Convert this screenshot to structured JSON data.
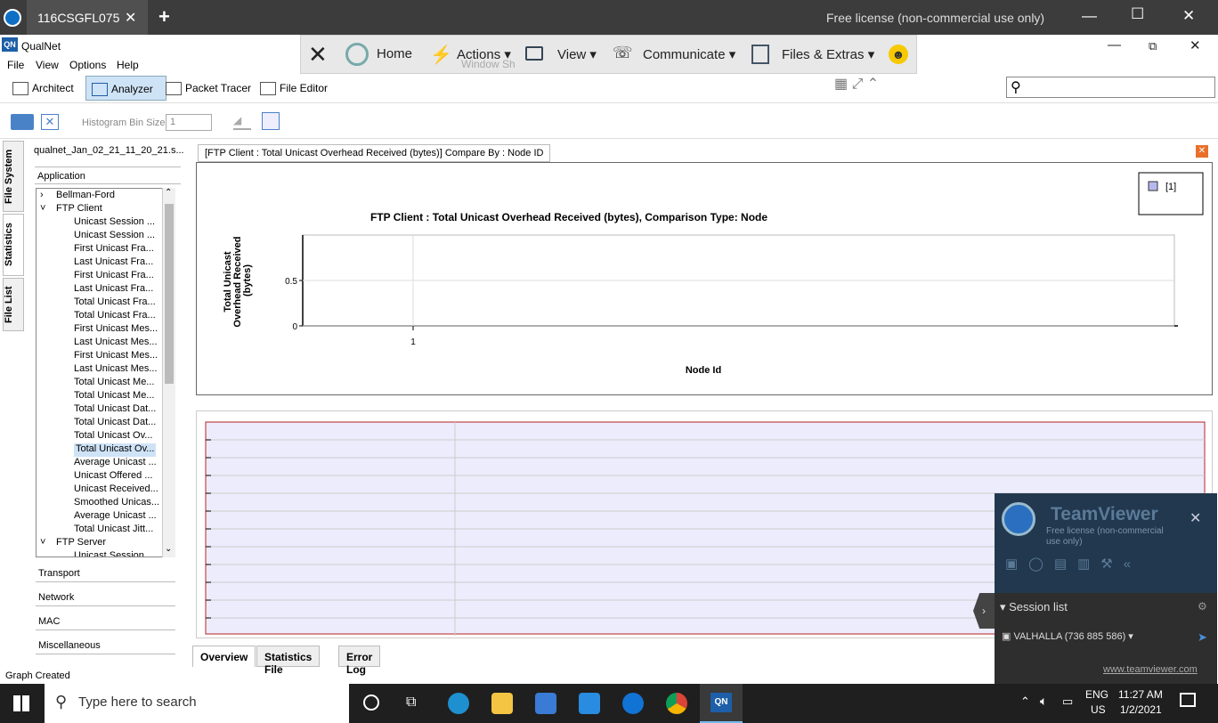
{
  "tv_bar": {
    "tab_label": "116CSGFL075",
    "license_text": "Free license (non-commercial use only)"
  },
  "app": {
    "title": "QualNet",
    "icon_text": "QN"
  },
  "tv_toolbar": {
    "home": "Home",
    "actions": "Actions",
    "view": "View",
    "communicate": "Communicate",
    "files": "Files & Extras",
    "ghost_text": "Window Sh"
  },
  "menu": [
    "File",
    "View",
    "Options",
    "Help"
  ],
  "perspectives": [
    "Architect",
    "Analyzer",
    "Packet Tracer",
    "File Editor"
  ],
  "toolbar": {
    "histogram_label": "Histogram Bin Size",
    "histogram_value": "1"
  },
  "side_tabs": [
    "File System",
    "Statistics",
    "File List"
  ],
  "left": {
    "file_name": "qualnet_Jan_02_21_11_20_21.s...",
    "category": "Application",
    "tree": [
      {
        "label": "Bellman-Ford",
        "level": 0,
        "expand": "›"
      },
      {
        "label": "FTP Client",
        "level": 0,
        "expand": "˅"
      },
      {
        "label": "Unicast Session ...",
        "level": 1
      },
      {
        "label": "Unicast Session ...",
        "level": 1
      },
      {
        "label": "First Unicast Fra...",
        "level": 1
      },
      {
        "label": "Last Unicast Fra...",
        "level": 1
      },
      {
        "label": "First Unicast Fra...",
        "level": 1
      },
      {
        "label": "Last Unicast Fra...",
        "level": 1
      },
      {
        "label": "Total Unicast Fra...",
        "level": 1
      },
      {
        "label": "Total Unicast Fra...",
        "level": 1
      },
      {
        "label": "First Unicast Mes...",
        "level": 1
      },
      {
        "label": "Last Unicast Mes...",
        "level": 1
      },
      {
        "label": "First Unicast Mes...",
        "level": 1
      },
      {
        "label": "Last Unicast Mes...",
        "level": 1
      },
      {
        "label": "Total Unicast Me...",
        "level": 1
      },
      {
        "label": "Total Unicast Me...",
        "level": 1
      },
      {
        "label": "Total Unicast Dat...",
        "level": 1
      },
      {
        "label": "Total Unicast Dat...",
        "level": 1
      },
      {
        "label": "Total Unicast Ov...",
        "level": 1
      },
      {
        "label": "Total Unicast Ov...",
        "level": 1,
        "selected": true
      },
      {
        "label": "Average Unicast ...",
        "level": 1
      },
      {
        "label": "Unicast Offered ...",
        "level": 1
      },
      {
        "label": "Unicast Received...",
        "level": 1
      },
      {
        "label": "Smoothed Unicas...",
        "level": 1
      },
      {
        "label": "Average Unicast ...",
        "level": 1
      },
      {
        "label": "Total Unicast Jitt...",
        "level": 1
      },
      {
        "label": "FTP Server",
        "level": 0,
        "expand": "˅"
      },
      {
        "label": "Unicast Session ...",
        "level": 1
      }
    ],
    "sections": [
      "Transport",
      "Network",
      "MAC",
      "Miscellaneous"
    ]
  },
  "chart_tab": "[FTP Client :  Total Unicast Overhead Received (bytes)] Compare By : Node ID",
  "chart_data": {
    "type": "bar",
    "title": "FTP Client :  Total Unicast Overhead Received (bytes), Comparison Type: Node",
    "xlabel": "Node Id",
    "ylabel": "Total Unicast Overhead Received (bytes)",
    "categories": [
      "1"
    ],
    "series": [
      {
        "name": "[1]",
        "values": [
          0
        ]
      }
    ],
    "y_ticks": [
      "0.5",
      "0"
    ],
    "ylim": [
      0,
      1
    ],
    "legend": "top-right",
    "grid": true,
    "series_color": "#b8b8f0"
  },
  "bottom_tabs": [
    "Overview",
    "Statistics File",
    "Error Log"
  ],
  "status": "Graph Created",
  "tv_popup": {
    "brand": "TeamViewer",
    "license": "Free license (non-commercial use only)",
    "session_header": "Session list",
    "session_item": "VALHALLA (736 885 586)",
    "url": "www.teamviewer.com"
  },
  "taskbar": {
    "search_placeholder": "Type here to search",
    "lang": "ENG",
    "region": "US",
    "time": "11:27 AM",
    "date": "1/2/2021"
  }
}
